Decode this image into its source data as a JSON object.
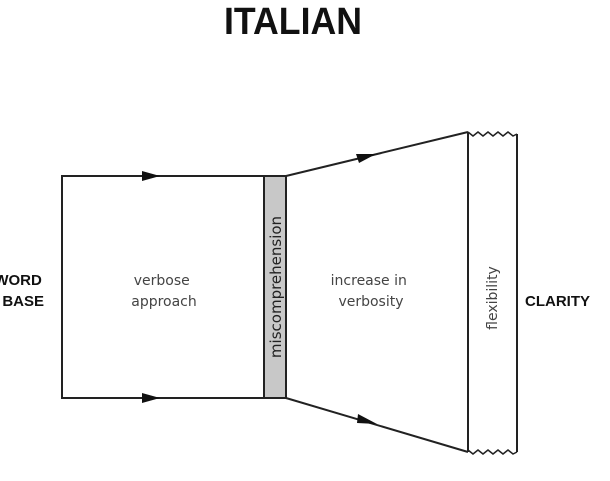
{
  "title": "ITALIAN",
  "labels": {
    "input": [
      "WORD",
      "BASE"
    ],
    "stage1": [
      "verbose",
      "approach"
    ],
    "barrier": "miscomprehension",
    "stage2": [
      "increase in",
      "verbosity"
    ],
    "band": "flexibility",
    "output": "CLARITY"
  },
  "colors": {
    "barrier_fill": "#c8c8c8",
    "stroke": "#222222"
  }
}
